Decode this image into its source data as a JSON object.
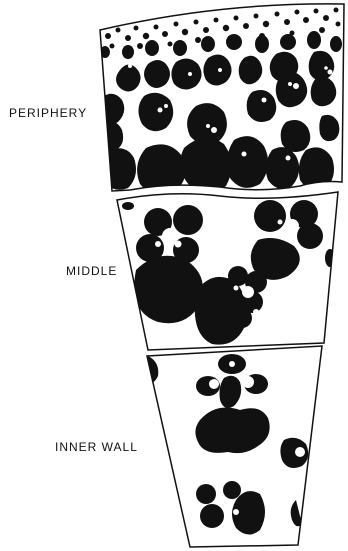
{
  "labels": {
    "periphery": "PERIPHERY",
    "middle": "MIDDLE",
    "inner_wall": "INNER WALL"
  },
  "colors": {
    "ink": "#111111",
    "paper": "#ffffff"
  }
}
